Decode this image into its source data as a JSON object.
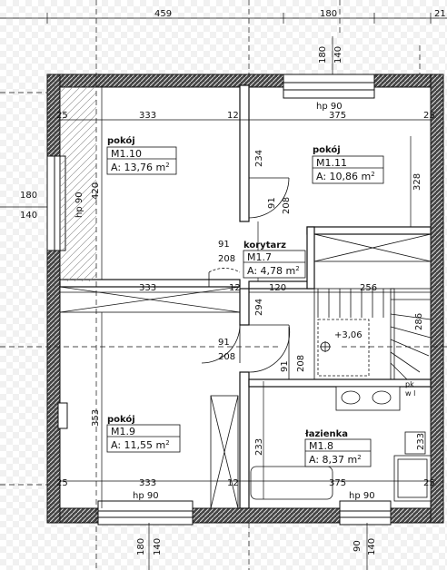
{
  "dimensions": {
    "top_left": "459",
    "top_right": "180",
    "top_edge": "21",
    "left_180": "180",
    "left_140": "140",
    "top_v180": "180",
    "top_v140": "140",
    "top_hp": "hp 90",
    "left_hp": "hp 90",
    "bottom_hp_left": "hp 90",
    "bottom_hp_right": "hp 90",
    "bottom_v180": "180",
    "bottom_v140a": "140",
    "bottom_v90": "90",
    "bottom_v140b": "140",
    "w333_top": "333",
    "w333_mid": "333",
    "w333_bot": "333",
    "w375_top": "375",
    "w375_bot": "375",
    "w12_a": "12",
    "w12_b": "12",
    "w12_c": "12",
    "w25_a": "25",
    "w25_b": "25",
    "w25_c": "25",
    "w25_d": "25",
    "w120": "120",
    "w256": "256",
    "h420": "420",
    "h353": "353",
    "h234": "234",
    "h328": "328",
    "h294": "294",
    "h233_a": "233",
    "h233_b": "233",
    "h286": "286",
    "d91_a": "91",
    "d208_a": "208",
    "d91_b": "91",
    "d208_b": "208",
    "d91_c": "91",
    "d208_c": "208",
    "d91_d": "91",
    "d208_d": "208",
    "level": "+3,06",
    "pk": "pk",
    "wl": "w l"
  },
  "rooms": [
    {
      "name": "pokój",
      "code": "M1.10",
      "area": "A: 13,76 m"
    },
    {
      "name": "pokój",
      "code": "M1.11",
      "area": "A: 10,86 m"
    },
    {
      "name": "korytarz",
      "code": "M1.7",
      "area": "A: 4,78 m"
    },
    {
      "name": "pokój",
      "code": "M1.9",
      "area": "A: 11,55 m"
    },
    {
      "name": "łazienka",
      "code": "M1.8",
      "area": "A: 8,37 m"
    }
  ],
  "area_unit_sup": "2"
}
